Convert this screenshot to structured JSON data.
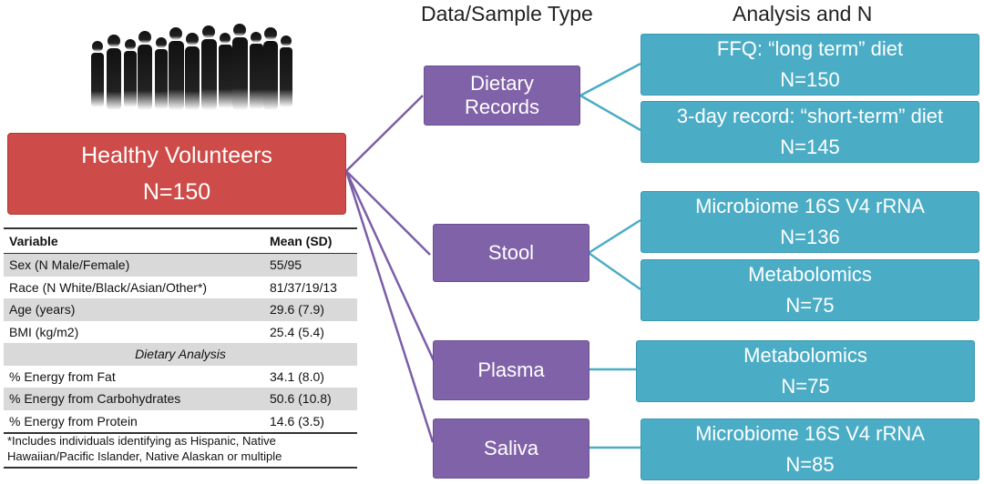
{
  "headers": {
    "data_sample_type": "Data/Sample Type",
    "analysis_and_n": "Analysis and N"
  },
  "cohort": {
    "title": "Healthy Volunteers",
    "n": "N=150"
  },
  "table": {
    "col_variable": "Variable",
    "col_mean": "Mean (SD)",
    "rows": [
      {
        "variable": "Sex (N Male/Female)",
        "value": "55/95"
      },
      {
        "variable": "Race (N White/Black/Asian/Other*)",
        "value": "81/37/19/13"
      },
      {
        "variable": "Age (years)",
        "value": "29.6 (7.9)"
      },
      {
        "variable": "BMI (kg/m2)",
        "value": "25.4 (5.4)"
      }
    ],
    "section": "Dietary Analysis",
    "diet_rows": [
      {
        "variable": "% Energy from Fat",
        "value": "34.1 (8.0)"
      },
      {
        "variable": "% Energy from Carbohydrates",
        "value": "50.6 (10.8)"
      },
      {
        "variable": "% Energy from Protein",
        "value": "14.6 (3.5)"
      }
    ],
    "footnote": "*Includes individuals identifying as Hispanic, Native Hawaiian/Pacific Islander, Native Alaskan or multiple"
  },
  "sample_types": [
    {
      "label": "Dietary Records"
    },
    {
      "label": "Stool"
    },
    {
      "label": "Plasma"
    },
    {
      "label": "Saliva"
    }
  ],
  "analyses": [
    {
      "title": "FFQ: “long term” diet",
      "n": "N=150"
    },
    {
      "title": "3-day record: “short-term” diet",
      "n": "N=145"
    },
    {
      "title": "Microbiome 16S V4 rRNA",
      "n": "N=136"
    },
    {
      "title": "Metabolomics",
      "n": "N=75"
    },
    {
      "title": "Metabolomics",
      "n": "N=75"
    },
    {
      "title": "Microbiome 16S V4 rRNA",
      "n": "N=85"
    }
  ],
  "colors": {
    "cohort": "#cd4b48",
    "sample_type": "#8062a8",
    "analysis": "#4bacc6",
    "connector_purple": "#7b5ea7",
    "connector_teal": "#4bacc6"
  }
}
